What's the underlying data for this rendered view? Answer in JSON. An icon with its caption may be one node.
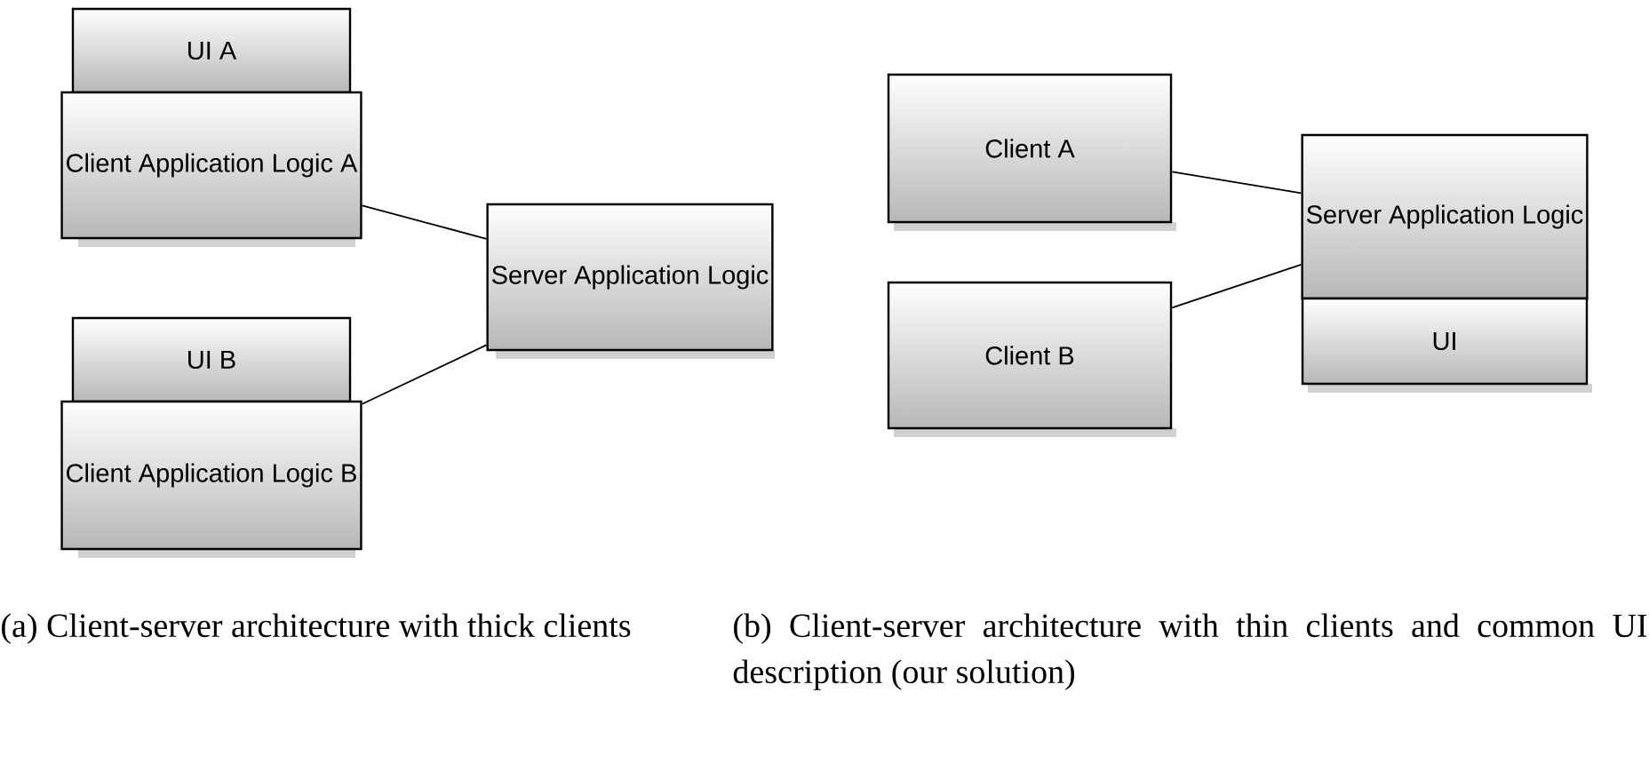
{
  "diagram": {
    "nodes": [
      {
        "text": [
          "UI A"
        ]
      },
      {
        "text": [
          "Client Application Logic A"
        ]
      },
      {
        "text": [
          "UI B"
        ]
      },
      {
        "text": [
          "Client Application Logic B"
        ]
      },
      {
        "text": [
          "Server Application Logic"
        ]
      },
      {
        "text": [
          "Client A"
        ]
      },
      {
        "text": [
          "Client B"
        ]
      },
      {
        "text": [
          "Server Application Logic"
        ]
      },
      {
        "text": [
          "UI"
        ]
      }
    ],
    "edges": [
      {
        "from": 1,
        "to": 4,
        "arrow": "none"
      },
      {
        "from": 3,
        "to": 4,
        "arrow": "none"
      },
      {
        "from": 5,
        "to": 7,
        "arrow": "none"
      },
      {
        "from": 6,
        "to": 7,
        "arrow": "none"
      }
    ],
    "labels": [
      "(a) Client-server architecture with thick clients",
      "(b) Client-server architecture with thin clients and common UI description (our solution)"
    ]
  }
}
